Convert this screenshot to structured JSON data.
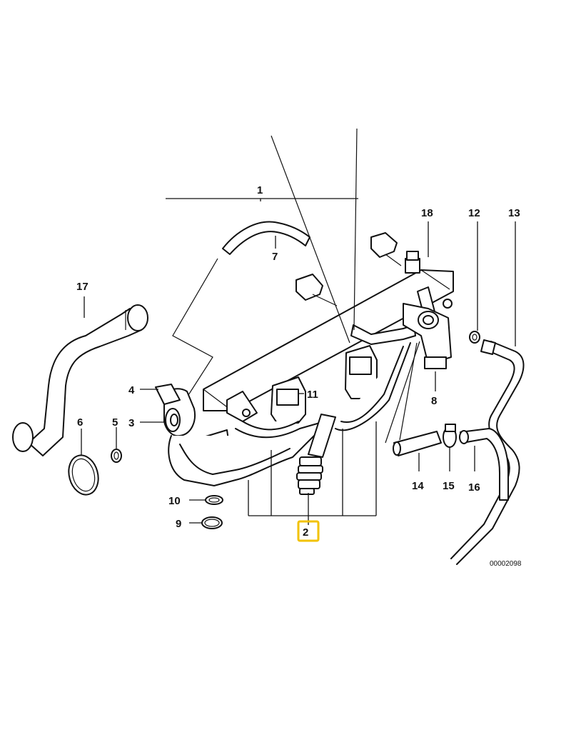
{
  "diagram": {
    "reference_code": "00002098",
    "highlight_color": "#f2c200",
    "callouts": {
      "c1": "1",
      "c2": "2",
      "c3": "3",
      "c4": "4",
      "c5": "5",
      "c6": "6",
      "c7": "7",
      "c8": "8",
      "c9": "9",
      "c10": "10",
      "c11": "11",
      "c12": "12",
      "c13": "13",
      "c14": "14",
      "c15": "15",
      "c16": "16",
      "c17": "17",
      "c18": "18"
    },
    "selected_callout": "2"
  }
}
